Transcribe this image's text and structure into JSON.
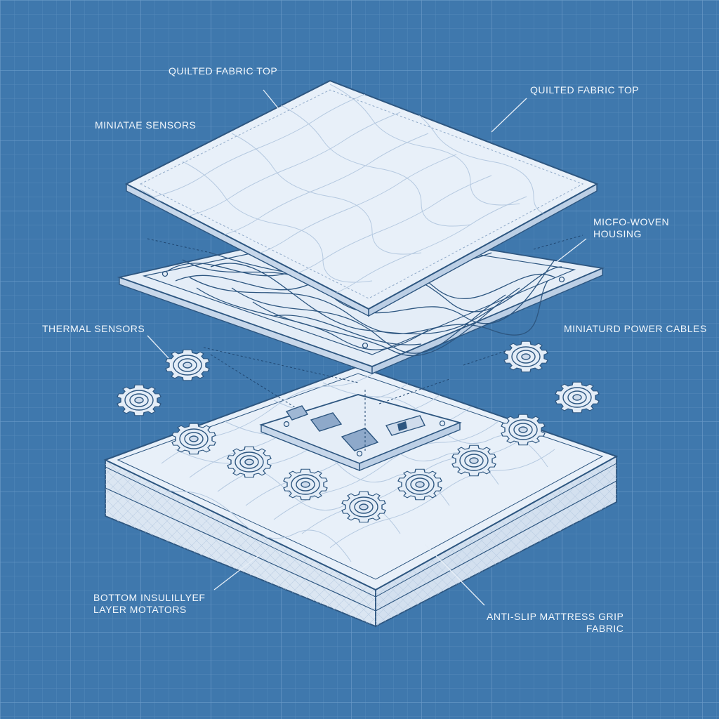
{
  "labels": {
    "quilted_top_left": "QUILTED FABRIC TOP",
    "quilted_top_right": "QUILTED FABRIC TOP",
    "miniature_sensors": "MINIATAE SENSORS",
    "micro_woven_housing": [
      "MICFO-WOVEN",
      "HOUSING"
    ],
    "thermal_sensors": "THERMAL SENSORS",
    "power_cables": "MINIATURD POWER CABLES",
    "bottom_insulation": [
      "BOTTOM INSULILLYEF",
      "LAYER MOTATORS"
    ],
    "anti_slip": [
      "ANTI-SLIP MATTRESS GRIP",
      "FABRIC"
    ]
  },
  "colors": {
    "background": "#3f78ad",
    "grid_fine": "#5a8dbd",
    "grid_major": "#6b9ac7",
    "fabric": "#e6eff9",
    "stroke": "#2d5680",
    "leader": "#e6eef7"
  },
  "icons": {
    "motor": "gear-ring-motor-icon",
    "chip": "control-board-icon",
    "cable": "power-cable-icon"
  }
}
